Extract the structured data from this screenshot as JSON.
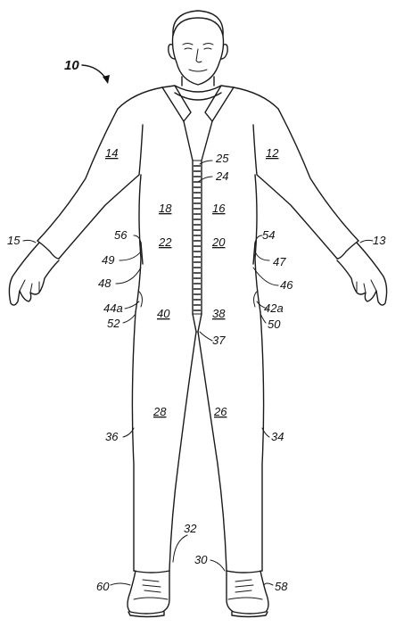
{
  "figure_ref": "10",
  "labels": {
    "l12": "12",
    "l13": "13",
    "l14": "14",
    "l15": "15",
    "l16": "16",
    "l18": "18",
    "l20": "20",
    "l22": "22",
    "l24": "24",
    "l25": "25",
    "l26": "26",
    "l28": "28",
    "l30": "30",
    "l32": "32",
    "l34": "34",
    "l36": "36",
    "l37": "37",
    "l38": "38",
    "l40": "40",
    "l42a": "42a",
    "l44a": "44a",
    "l46": "46",
    "l47": "47",
    "l48": "48",
    "l49": "49",
    "l50": "50",
    "l52": "52",
    "l54": "54",
    "l56": "56",
    "l58": "58",
    "l60": "60"
  }
}
